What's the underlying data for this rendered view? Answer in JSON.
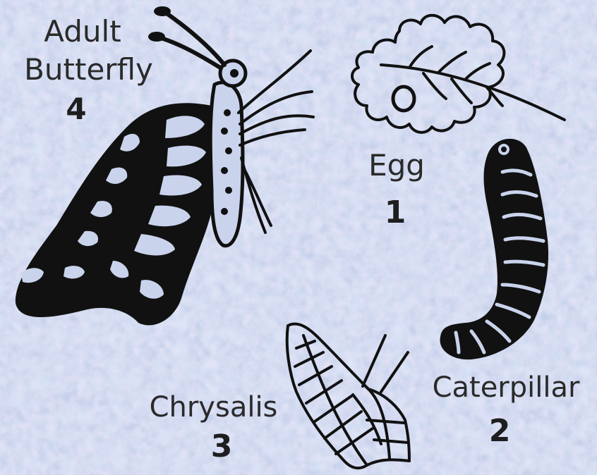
{
  "background_color": "#c7d2ec",
  "ink_color": "#111111",
  "stages": {
    "egg": {
      "label": "Egg",
      "number": "1"
    },
    "caterpillar": {
      "label": "Caterpillar",
      "number": "2"
    },
    "chrysalis": {
      "label": "Chrysalis",
      "number": "3"
    },
    "adult": {
      "label_line1": "Adult",
      "label_line2": "Butterfly",
      "number": "4"
    }
  }
}
